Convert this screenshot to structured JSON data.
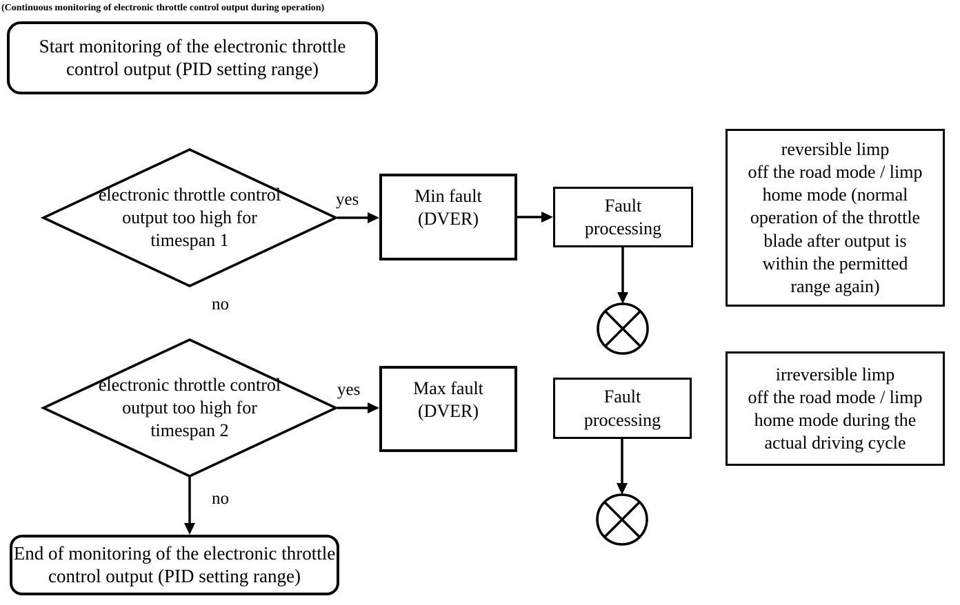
{
  "colors": {
    "ink": "#000000",
    "background": "#ffffff"
  },
  "annotation": "(Continuous monitoring of electronic throttle control output during operation)",
  "nodes": {
    "start": {
      "label": "Start monitoring of the electronic throttle\ncontrol output (PID setting range)"
    },
    "decision1": {
      "label": "electronic throttle control\noutput too high for\ntimespan 1"
    },
    "min_fault": {
      "label": "Min fault\n(DVER)"
    },
    "fault_processing_1": {
      "label": "Fault\nprocessing"
    },
    "note_reversible": {
      "label": "reversible limp\noff the road mode / limp\nhome mode (normal\noperation of the throttle\nblade after output is\nwithin the permitted\nrange again)"
    },
    "decision2": {
      "label": "electronic throttle control\noutput too high for\ntimespan 2"
    },
    "max_fault": {
      "label": "Max fault\n(DVER)"
    },
    "fault_processing_2": {
      "label": "Fault\nprocessing"
    },
    "note_irreversible": {
      "label": "irreversible limp\noff the road mode / limp\nhome mode during the\nactual driving cycle"
    },
    "end": {
      "label": "End of monitoring of the electronic throttle\ncontrol output (PID setting range)"
    }
  },
  "edges": {
    "yes1": "yes",
    "no1": "no",
    "yes2": "yes",
    "no2": "no"
  }
}
